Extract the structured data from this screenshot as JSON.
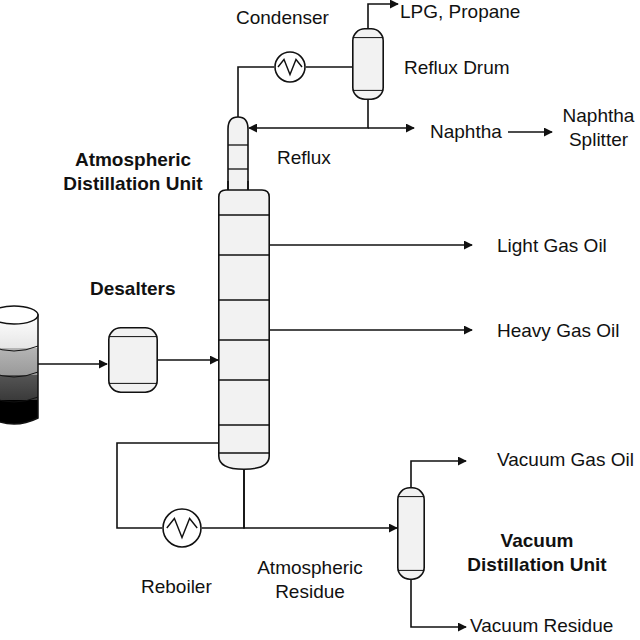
{
  "diagram": {
    "nodes": [
      {
        "text": [
          "Condenser"
        ]
      },
      {
        "text": [
          "Reflux Drum"
        ]
      },
      {
        "text": [
          "Atmospheric Distillation Unit"
        ]
      },
      {
        "text": [
          "Desalters"
        ]
      },
      {
        "text": [
          "Reboiler"
        ]
      },
      {
        "text": [
          "Vacuum Distillation Unit"
        ]
      }
    ],
    "edges": [
      {
        "from": 2,
        "to": 0,
        "arrow": "none"
      },
      {
        "from": 0,
        "to": 1,
        "arrow": "none"
      },
      {
        "from": 1,
        "to": 2,
        "arrow": "to"
      },
      {
        "from": 3,
        "to": 2,
        "arrow": "to"
      },
      {
        "from": 2,
        "to": 4,
        "arrow": "none"
      },
      {
        "from": 4,
        "to": 2,
        "arrow": "none"
      },
      {
        "from": 2,
        "to": 5,
        "arrow": "to"
      }
    ],
    "labels": [
      "LPG, Propane",
      "Naphtha",
      "Naphtha Splitter",
      "Reflux",
      "Light Gas Oil",
      "Heavy Gas Oil",
      "Vacuum Gas Oil",
      "Atmospheric Residue",
      "Vacuum Residue"
    ]
  }
}
